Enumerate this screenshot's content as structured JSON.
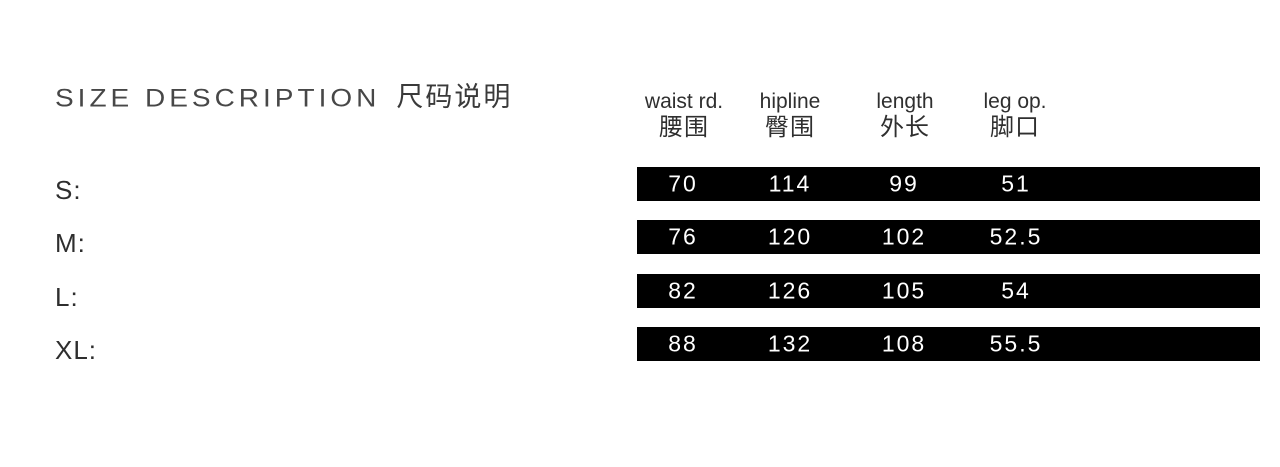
{
  "colors": {
    "background": "#ffffff",
    "bar_fill": "#000000",
    "bar_text": "#ffffff",
    "heading_text": "#2f2f2f",
    "title_text": "#474747"
  },
  "title": {
    "en": "SIZE DESCRIPTION",
    "zh": "尺码说明"
  },
  "table": {
    "columns": [
      {
        "en": "waist rd.",
        "zh": "腰围"
      },
      {
        "en": "hipline",
        "zh": "臀围"
      },
      {
        "en": "length",
        "zh": "外长"
      },
      {
        "en": "leg op.",
        "zh": "脚口"
      }
    ],
    "rows": [
      {
        "label": "S:",
        "values": [
          "70",
          "114",
          "99",
          "51"
        ]
      },
      {
        "label": "M:",
        "values": [
          "76",
          "120",
          "102",
          "52.5"
        ]
      },
      {
        "label": "L:",
        "values": [
          "82",
          "126",
          "105",
          "54"
        ]
      },
      {
        "label": "XL:",
        "values": [
          "88",
          "132",
          "108",
          "55.5"
        ]
      }
    ]
  },
  "chart_data": {
    "type": "table",
    "title": "SIZE DESCRIPTION 尺码说明",
    "columns": [
      "size",
      "waist rd. 腰围",
      "hipline 臀围",
      "length 外长",
      "leg op. 脚口"
    ],
    "rows": [
      [
        "S",
        70,
        114,
        99,
        51
      ],
      [
        "M",
        76,
        120,
        102,
        52.5
      ],
      [
        "L",
        82,
        126,
        105,
        54
      ],
      [
        "XL",
        88,
        132,
        108,
        55.5
      ]
    ]
  }
}
